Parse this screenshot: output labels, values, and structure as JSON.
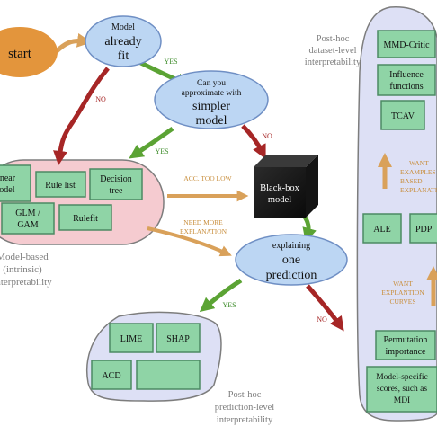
{
  "colors": {
    "green_box": "#8fd4a6",
    "green_box_border": "#4c8a63",
    "oval_fill": "#bcd6f3",
    "oval_border": "#6f8fc4",
    "start_fill": "#e3953c",
    "pink_region": "#f5cbd0",
    "lavender_region": "#dde0f5",
    "green_arrow": "#5ba334",
    "red_arrow": "#a62626",
    "orange_arrow": "#d9a15a",
    "label_green": "#3f8d2c",
    "label_red": "#a62626",
    "label_orange": "#c98f3e",
    "gray_text": "#7d7d7d"
  },
  "nodes": {
    "start": "start",
    "already_fit": [
      "Model",
      "already",
      "fit"
    ],
    "simpler_model": [
      "Can you",
      "approximate with",
      "simpler",
      "model"
    ],
    "black_box": [
      "Black-box",
      "model"
    ],
    "explaining": [
      "explaining",
      "one",
      "prediction"
    ]
  },
  "edge_labels": {
    "yes_1": "YES",
    "no_1": "NO",
    "yes_2": "YES",
    "no_2": "NO",
    "acc_too_low": "ACC. TOO LOW",
    "need_more": [
      "NEED MORE",
      "EXPLANATION"
    ],
    "yes_3": "YES",
    "no_3": "NO",
    "want_examples": [
      "WANT",
      "EXAMPLES",
      "BASED",
      "EXPLANATION"
    ],
    "want_curves": [
      "WANT",
      "EXPLANTION",
      "CURVES"
    ]
  },
  "model_based": {
    "boxes": [
      [
        "Linear",
        "model"
      ],
      [
        "Rule list"
      ],
      [
        "Decision",
        "tree"
      ],
      [
        "GLM /",
        "GAM"
      ],
      [
        "Rulefit"
      ]
    ],
    "caption": [
      "Model-based",
      "(intrinsic)",
      "interpretability"
    ]
  },
  "prediction_level": {
    "boxes": [
      "LIME",
      "SHAP",
      "ACD",
      ""
    ],
    "caption": [
      "Post-hoc",
      "prediction-level",
      "interpretability"
    ]
  },
  "dataset_level": {
    "caption": [
      "Post-hoc",
      "dataset-level",
      "interpretability"
    ],
    "boxes": [
      [
        "MMD-Critic"
      ],
      [
        "Influence",
        "functions"
      ],
      [
        "TCAV"
      ],
      [
        "ALE"
      ],
      [
        "PDP"
      ],
      [
        "Permutation",
        "importance"
      ],
      [
        "Model-specific",
        "scores, such as",
        "MDI"
      ]
    ]
  }
}
